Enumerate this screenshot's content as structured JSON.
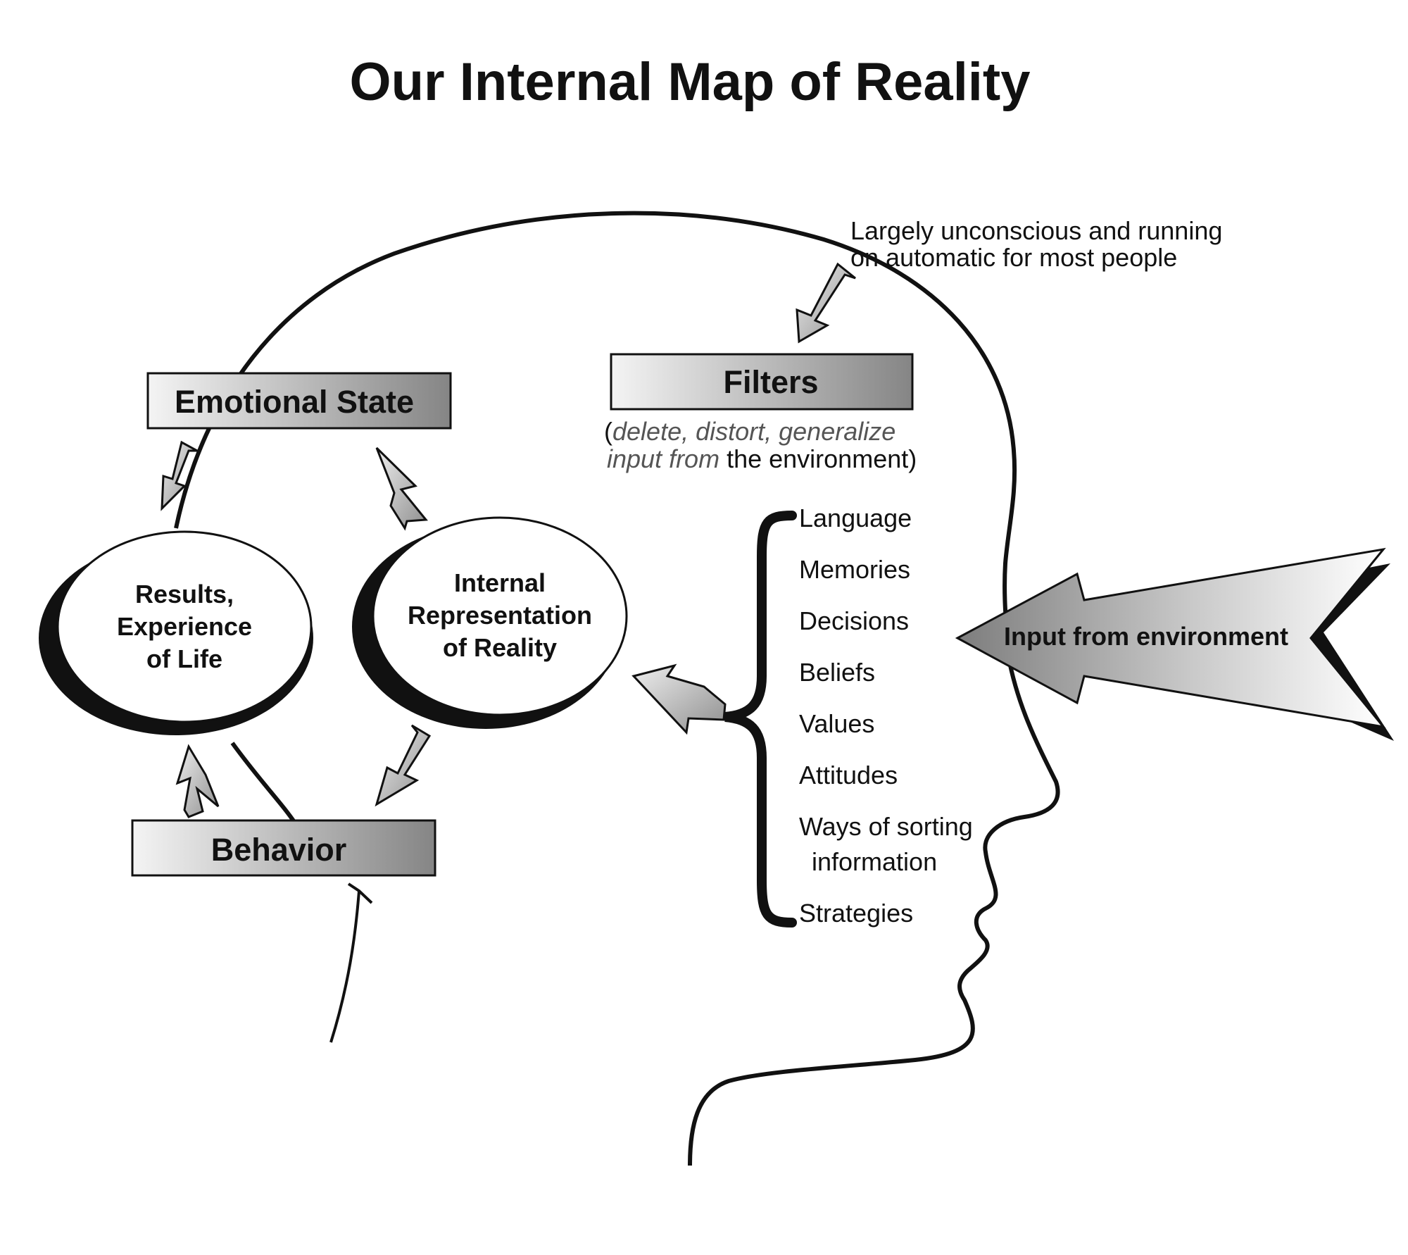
{
  "title": "Our Internal Map of Reality",
  "note": {
    "line1": "Largely unconscious and running",
    "line2": "on automatic for most people"
  },
  "boxes": {
    "emotional_state": "Emotional State",
    "filters": "Filters",
    "behavior": "Behavior"
  },
  "filters_caption": {
    "open": "(",
    "italic1": "delete,  distort,  generalize",
    "italic2": "input  from",
    "normal2": " the environment)"
  },
  "ovals": {
    "results": [
      "Results,",
      "Experience",
      "of Life"
    ],
    "internal": [
      "Internal",
      "Representation",
      "of Reality"
    ]
  },
  "filter_list": [
    "Language",
    "Memories",
    "Decisions",
    "Beliefs",
    "Values",
    "Attitudes",
    "Ways of sorting",
    "information",
    "Strategies"
  ],
  "input_arrow": "Input from environment",
  "colors": {
    "line": "#111111",
    "box_fill_light": "#f2f2f2",
    "box_fill_dark": "#8a8a8a",
    "arrow_fill": "#b5b5b5"
  }
}
